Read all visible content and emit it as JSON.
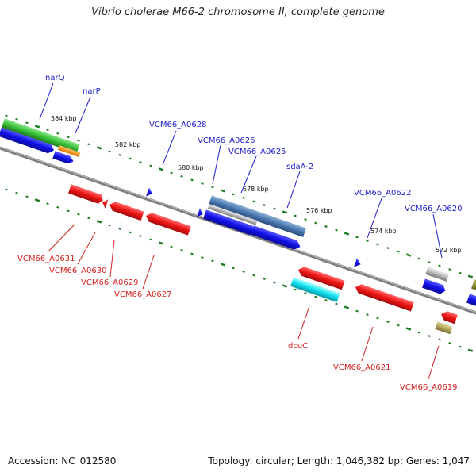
{
  "title": "Vibrio cholerae M66-2 chromosome II, complete genome",
  "footer": {
    "accession": "Accession: NC_012580",
    "summary": "Topology: circular; Length: 1,046,382 bp; Genes: 1,047"
  },
  "colors": {
    "backbone": "#7f7f7f",
    "forward_label": "#1c1cc8",
    "reverse_label": "#d42020",
    "tick": "#1e7a1e"
  },
  "position_labels": [
    "584 kbp",
    "582 kbp",
    "580 kbp",
    "578 kbp",
    "576 kbp",
    "574 kbp",
    "572 kbp"
  ],
  "forward_labels": [
    "narQ",
    "narP",
    "VCM66_A0628",
    "VCM66_A0626",
    "VCM66_A0625",
    "sdaA-2",
    "VCM66_A0622",
    "VCM66_A0620"
  ],
  "reverse_labels": [
    "VCM66_A0631",
    "VCM66_A0630",
    "VCM66_A0629",
    "VCM66_A0627",
    "dcuC",
    "VCM66_A0621",
    "VCM66_A0619"
  ]
}
